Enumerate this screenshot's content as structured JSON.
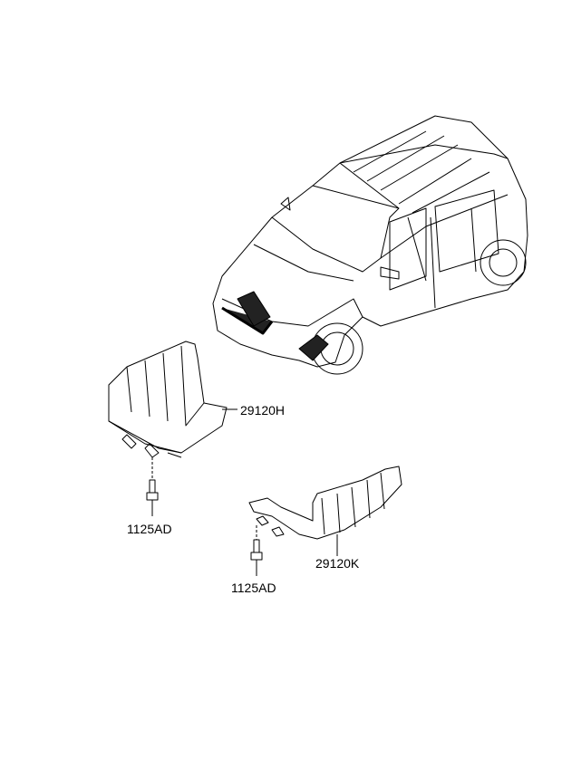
{
  "parts": [
    {
      "id": "front-shield",
      "part_number": "29120H"
    },
    {
      "id": "front-bolt",
      "part_number": "1125AD"
    },
    {
      "id": "side-shield",
      "part_number": "29120K"
    },
    {
      "id": "side-bolt",
      "part_number": "1125AD"
    }
  ]
}
